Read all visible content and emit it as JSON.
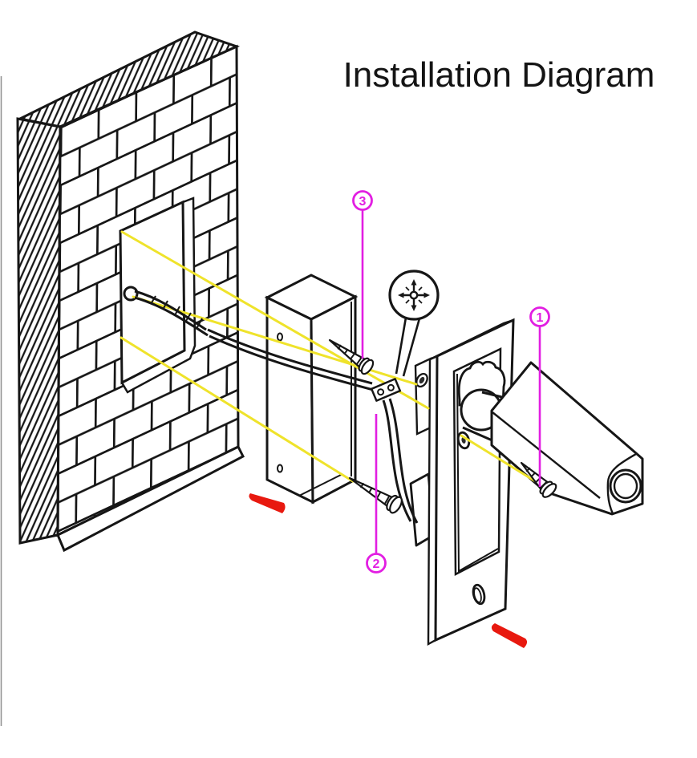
{
  "title": "Installation Diagram",
  "callouts": [
    {
      "label": "1"
    },
    {
      "label": "2"
    },
    {
      "label": "3"
    }
  ],
  "colors": {
    "line": "#161616",
    "guide": "#efe32b",
    "callout": "#e21ee2",
    "mark": "#e8190f",
    "background": "#ffffff"
  }
}
